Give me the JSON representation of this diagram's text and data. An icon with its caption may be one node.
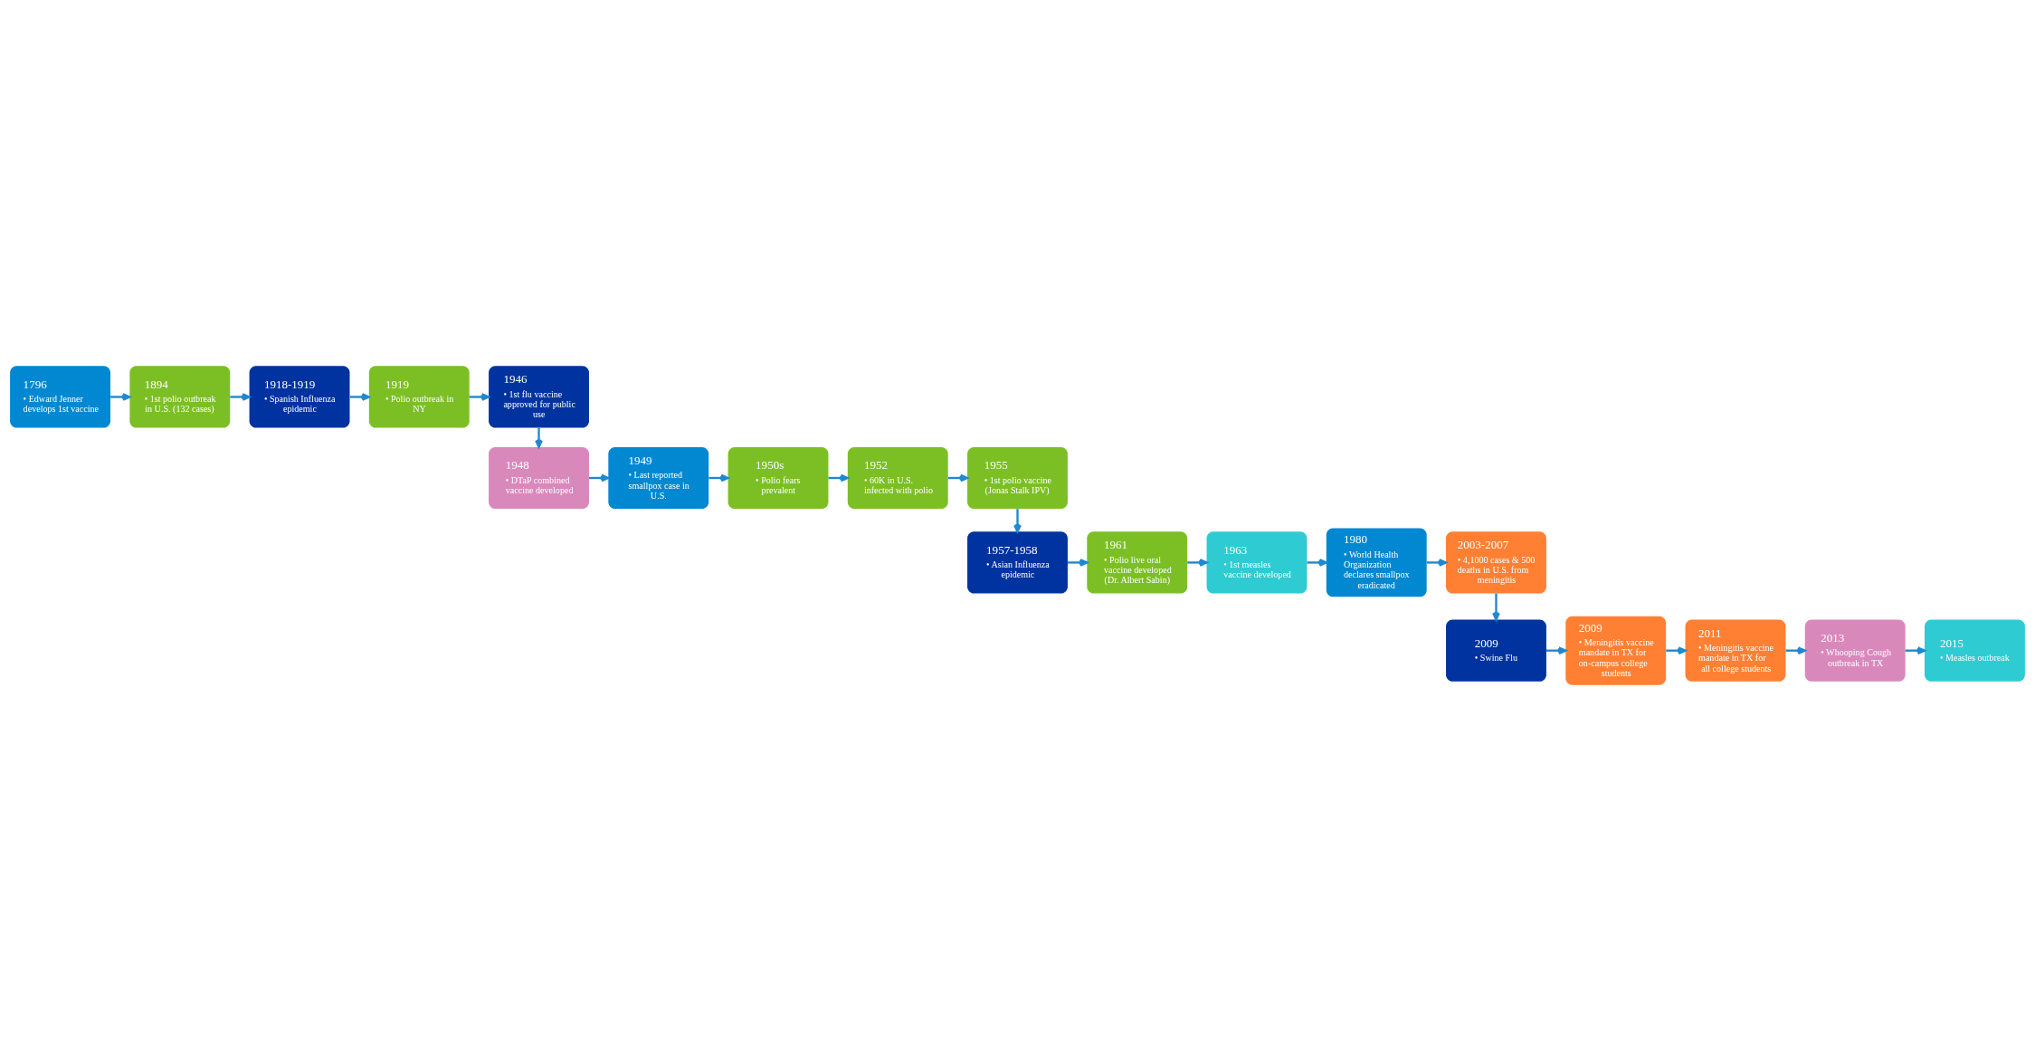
{
  "diagram": {
    "nodes": [
      {
        "text": [
          "1796",
          "• Edward Jenner develops 1st vaccine"
        ]
      },
      {
        "text": [
          "1894",
          "• 1st polio outbreak in U.S. (132 cases)"
        ]
      },
      {
        "text": [
          "1918-1919",
          "• Spanish Influenza epidemic"
        ]
      },
      {
        "text": [
          "1919",
          "• Polio outbreak in NY"
        ]
      },
      {
        "text": [
          "1946",
          "• 1st flu vaccine approved for public use"
        ]
      },
      {
        "text": [
          "1948",
          "• DTaP combined vaccine developed"
        ]
      },
      {
        "text": [
          "1949",
          "• Last reported smallpox case in U.S."
        ]
      },
      {
        "text": [
          "1950s",
          "• Polio fears prevalent"
        ]
      },
      {
        "text": [
          "1952",
          "• 60K in U.S. infected with polio"
        ]
      },
      {
        "text": [
          "1955",
          "• 1st polio vaccine (Jonas Stalk IPV)"
        ]
      },
      {
        "text": [
          "1957-1958",
          "• Asian Influenza epidemic"
        ]
      },
      {
        "text": [
          "1961",
          "• Polio live oral vaccine developed (Dr. Albert Sabin)"
        ]
      },
      {
        "text": [
          "1963",
          "• 1st measles vaccine developed"
        ]
      },
      {
        "text": [
          "1980",
          "• World Health Organization declares smallpox eradicated"
        ]
      },
      {
        "text": [
          "2003-2007",
          "• 4,1000 cases & 500 deaths in U.S. from meningitis"
        ]
      },
      {
        "text": [
          "2009",
          "• Swine Flu"
        ]
      },
      {
        "text": [
          "2009",
          "• Meningitis vaccine mandate in TX for on-campus college students"
        ]
      },
      {
        "text": [
          "2011",
          "• Meningitis vaccine mandate in TX for all college students"
        ]
      },
      {
        "text": [
          "2013",
          "• Whooping Cough outbreak in TX"
        ]
      },
      {
        "text": [
          "2015",
          "• Measles outbreak"
        ]
      }
    ],
    "edges": [
      {
        "from": 0,
        "to": 1,
        "arrow": "to"
      },
      {
        "from": 1,
        "to": 2,
        "arrow": "to"
      },
      {
        "from": 2,
        "to": 3,
        "arrow": "to"
      },
      {
        "from": 3,
        "to": 4,
        "arrow": "to"
      },
      {
        "from": 4,
        "to": 5,
        "arrow": "to"
      },
      {
        "from": 5,
        "to": 6,
        "arrow": "to"
      },
      {
        "from": 6,
        "to": 7,
        "arrow": "to"
      },
      {
        "from": 7,
        "to": 8,
        "arrow": "to"
      },
      {
        "from": 8,
        "to": 9,
        "arrow": "to"
      },
      {
        "from": 9,
        "to": 10,
        "arrow": "to"
      },
      {
        "from": 10,
        "to": 11,
        "arrow": "to"
      },
      {
        "from": 11,
        "to": 12,
        "arrow": "to"
      },
      {
        "from": 12,
        "to": 13,
        "arrow": "to"
      },
      {
        "from": 13,
        "to": 14,
        "arrow": "to"
      },
      {
        "from": 14,
        "to": 15,
        "arrow": "to"
      },
      {
        "from": 15,
        "to": 16,
        "arrow": "to"
      },
      {
        "from": 16,
        "to": 17,
        "arrow": "to"
      },
      {
        "from": 17,
        "to": 18,
        "arrow": "to"
      },
      {
        "from": 18,
        "to": 19,
        "arrow": "to"
      }
    ]
  }
}
